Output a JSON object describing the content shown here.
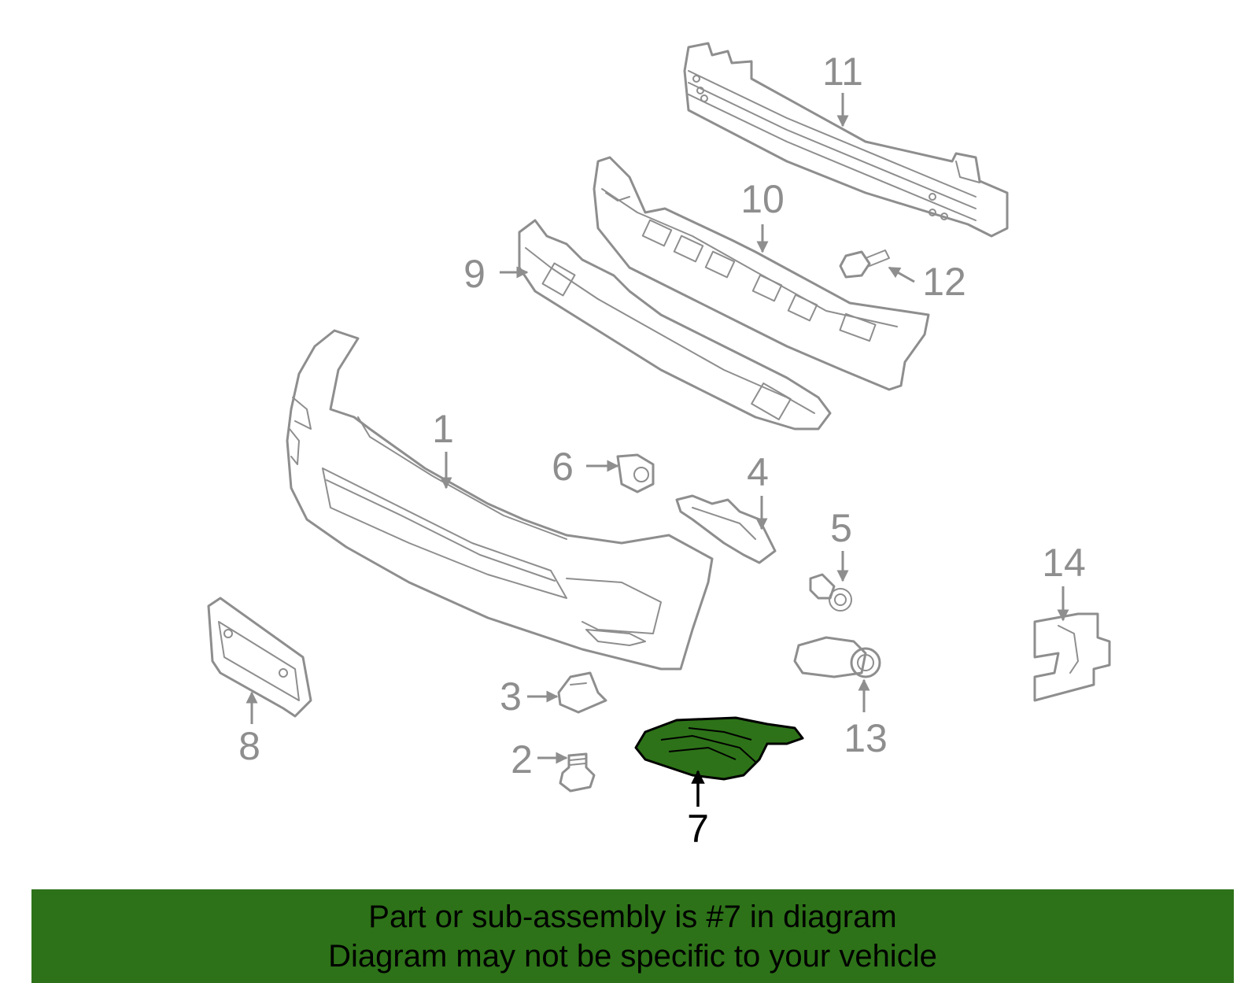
{
  "diagram": {
    "callouts": [
      {
        "id": "1",
        "label": "1"
      },
      {
        "id": "2",
        "label": "2"
      },
      {
        "id": "3",
        "label": "3"
      },
      {
        "id": "4",
        "label": "4"
      },
      {
        "id": "5",
        "label": "5"
      },
      {
        "id": "6",
        "label": "6"
      },
      {
        "id": "7",
        "label": "7",
        "highlighted": true
      },
      {
        "id": "8",
        "label": "8"
      },
      {
        "id": "9",
        "label": "9"
      },
      {
        "id": "10",
        "label": "10"
      },
      {
        "id": "11",
        "label": "11"
      },
      {
        "id": "12",
        "label": "12"
      },
      {
        "id": "13",
        "label": "13"
      },
      {
        "id": "14",
        "label": "14"
      }
    ],
    "highlighted_part": "7"
  },
  "footer": {
    "line1": "Part or sub-assembly is #7 in diagram",
    "line2": "Diagram may not be specific to your vehicle"
  },
  "colors": {
    "line_art": "#8e8e8e",
    "highlight_fill": "#2d7218",
    "banner_background": "#2d7218",
    "banner_text": "#000000"
  }
}
